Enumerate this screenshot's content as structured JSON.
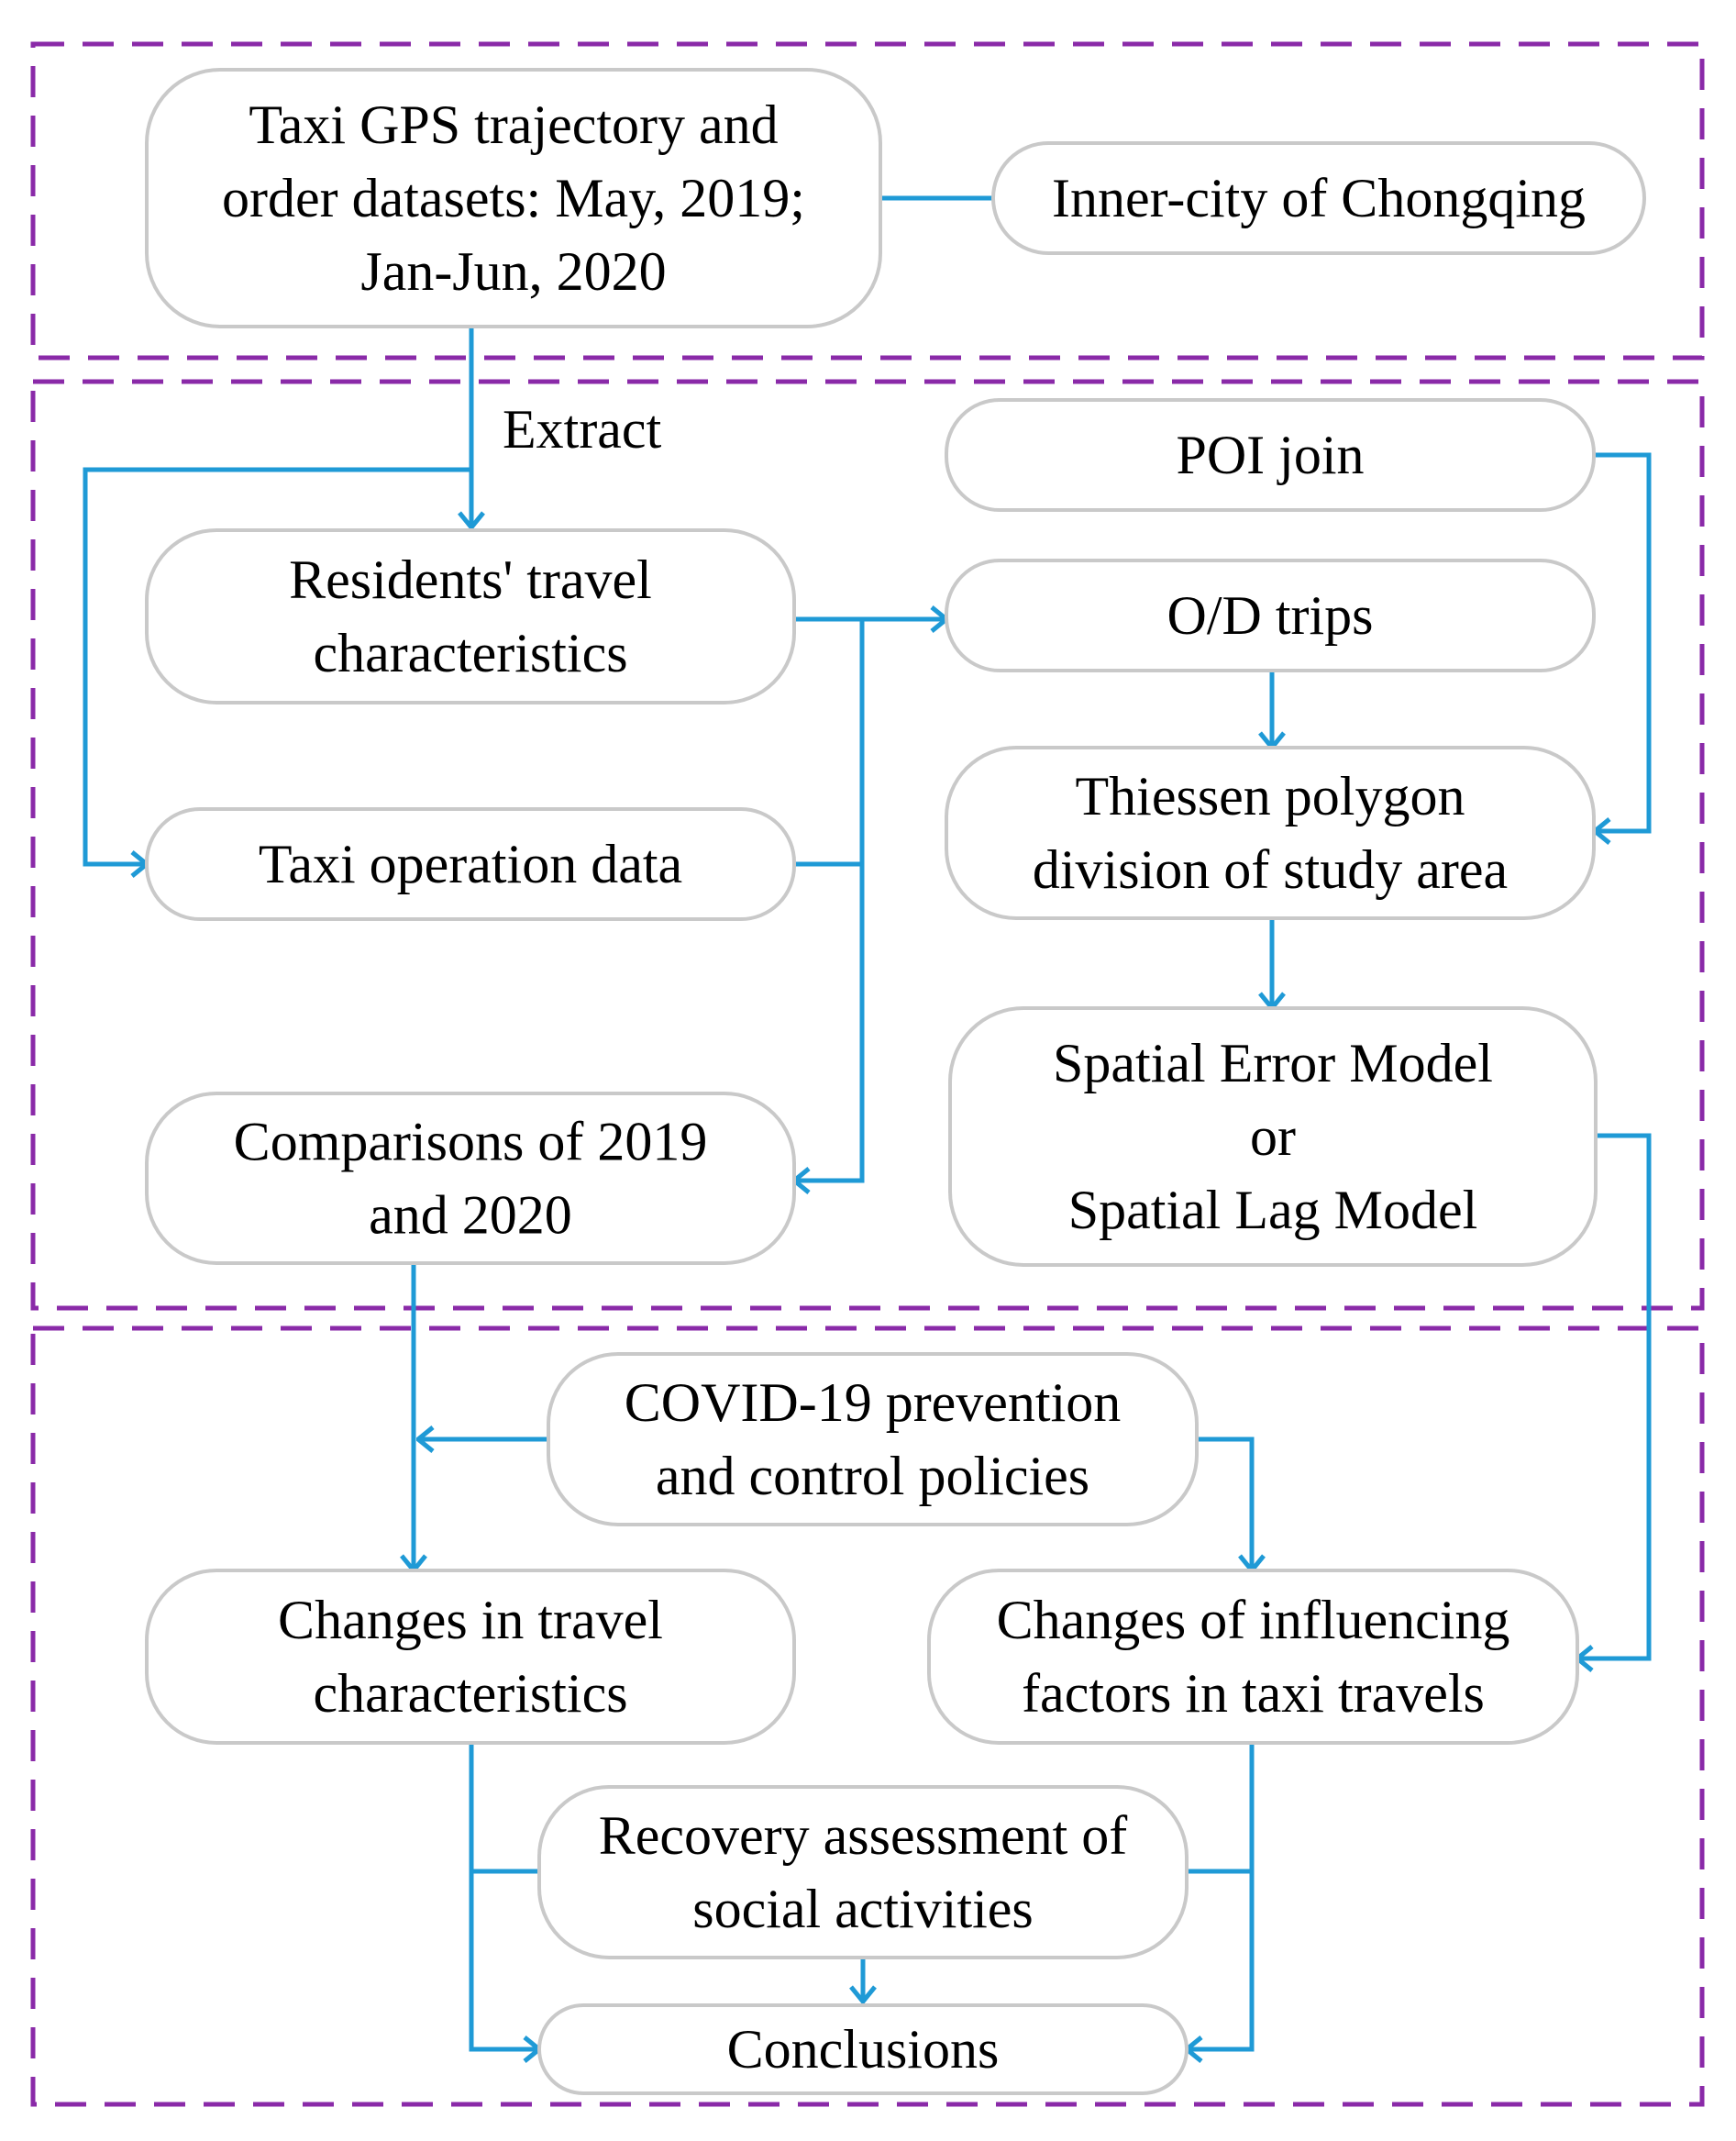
{
  "colors": {
    "arrow": "#1f9ad6",
    "panel_border": "#8a2aa8",
    "node_border": "#c9c9c9"
  },
  "nodes": {
    "datasets": [
      "Taxi GPS trajectory and",
      "order datasets: May, 2019;",
      "Jan-Jun, 2020"
    ],
    "inner_city": [
      "Inner-city of Chongqing"
    ],
    "residents": [
      "Residents' travel",
      "characteristics"
    ],
    "taxi_operation": [
      "Taxi operation data"
    ],
    "comparisons": [
      "Comparisons of 2019",
      "and 2020"
    ],
    "poi_join": [
      "POI join"
    ],
    "od_trips": [
      "O/D trips"
    ],
    "thiessen": [
      "Thiessen polygon",
      "division of study area"
    ],
    "spatial_model": [
      "Spatial Error Model",
      "or",
      "Spatial Lag Model"
    ],
    "covid": [
      "COVID-19 prevention",
      "and control policies"
    ],
    "changes_travel": [
      "Changes in travel",
      "characteristics"
    ],
    "changes_factors": [
      "Changes of influencing",
      "factors in taxi travels"
    ],
    "recovery": [
      "Recovery assessment of",
      "social activities"
    ],
    "conclusions": [
      "Conclusions"
    ]
  },
  "labels": {
    "extract": "Extract"
  }
}
